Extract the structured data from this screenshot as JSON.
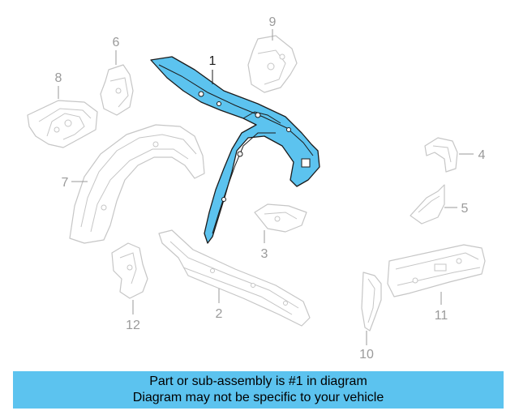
{
  "diagram": {
    "highlight_color": "#5cc3ef",
    "parts": {
      "p1": "1",
      "p2": "2",
      "p3": "3",
      "p4": "4",
      "p5": "5",
      "p6": "6",
      "p7": "7",
      "p8": "8",
      "p9": "9",
      "p10": "10",
      "p11": "11",
      "p12": "12"
    },
    "highlighted_part": "1"
  },
  "banner": {
    "line1": "Part or sub-assembly is #1 in diagram",
    "line2": "Diagram may not be specific to your vehicle"
  }
}
